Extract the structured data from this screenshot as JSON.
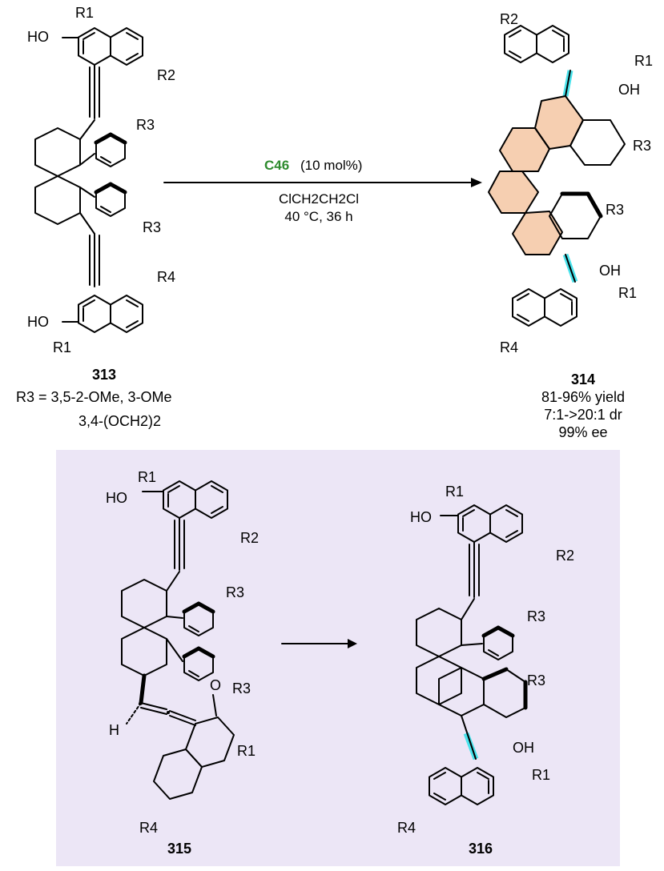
{
  "colors": {
    "background": "#ffffff",
    "catalyst": "#2e8b2e",
    "panel": "#ece6f6",
    "helicene_fill": "#f6cfb1",
    "highlight_bond": "#49e3ec"
  },
  "reaction1": {
    "catalyst_label": "C46",
    "catalyst_amount": "(10 mol%)",
    "solvent": "ClCH2CH2Cl",
    "conditions": "40 °C, 36 h"
  },
  "cmpd313": {
    "label": "313",
    "r3_def": "R3 = 3,5-2-OMe, 3-OMe",
    "r3_def2": "3,4-(OCH2)2"
  },
  "cmpd314": {
    "label": "314",
    "yield": "81-96% yield",
    "dr": "7:1->20:1 dr",
    "ee": "99% ee"
  },
  "cmpd315": {
    "label": "315"
  },
  "cmpd316": {
    "label": "316"
  },
  "atoms": {
    "ho": "HO",
    "oh": "OH",
    "o": "O",
    "h": "H",
    "r1": "R1",
    "r2": "R2",
    "r3": "R3",
    "r4": "R4"
  }
}
